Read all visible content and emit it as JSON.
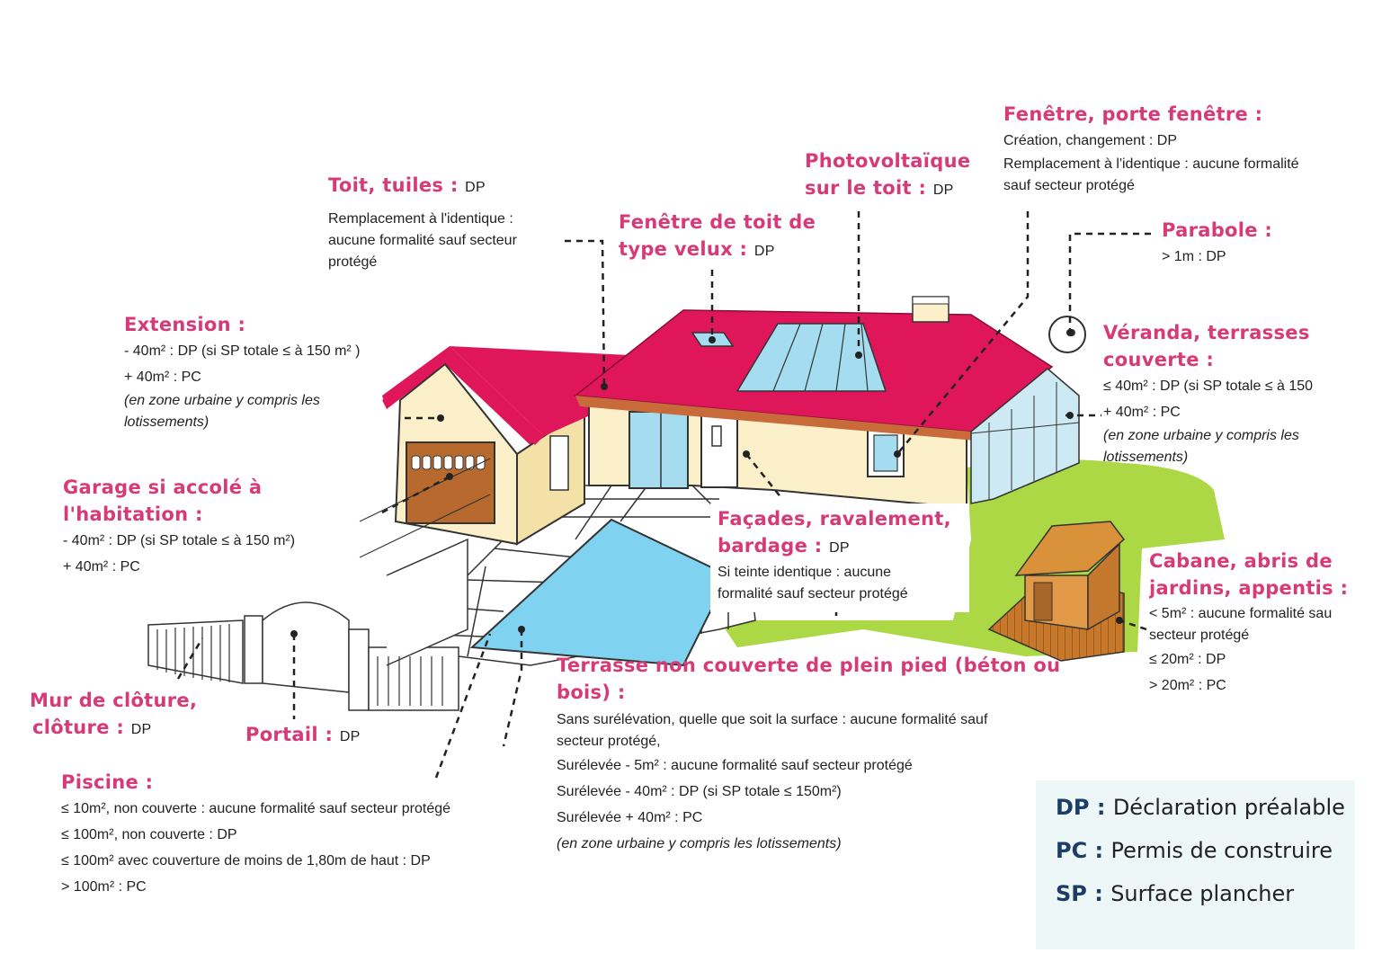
{
  "toit": {
    "title": "Toit, tuiles :",
    "tag": "DP",
    "lines": [
      "Remplacement à l'identique :",
      "aucune formalité sauf secteur",
      "protégé"
    ]
  },
  "photovoltaique": {
    "title1": "Photovoltaïque",
    "title2": "sur le toit :",
    "tag": "DP"
  },
  "velux": {
    "title1": "Fenêtre de toit de",
    "title2": "type velux :",
    "tag": "DP"
  },
  "fenetre": {
    "title": "Fenêtre, porte fenêtre :",
    "lines": [
      "Création, changement : DP",
      "Remplacement à l'identique : aucune formalité",
      "sauf secteur protégé"
    ]
  },
  "parabole": {
    "title": "Parabole :",
    "lines": [
      "> 1m : DP"
    ]
  },
  "extension": {
    "title": "Extension :",
    "lines": [
      "- 40m² : DP (si SP totale ≤ à 150 m² )",
      "+ 40m² : PC"
    ],
    "note": [
      "(en zone urbaine y compris les",
      "lotissements)"
    ]
  },
  "veranda": {
    "title1": "Véranda, terrasses",
    "title2": "couverte :",
    "lines": [
      "≤ 40m² : DP (si SP totale ≤ à 150",
      "+ 40m² : PC"
    ],
    "note": [
      "(en zone urbaine y compris les",
      "lotissements)"
    ]
  },
  "garage": {
    "title1": "Garage si accolé à",
    "title2": "l'habitation :",
    "lines": [
      "- 40m² : DP (si SP totale ≤ à 150 m²)",
      "+ 40m² : PC"
    ]
  },
  "facades": {
    "title1": "Façades, ravalement,",
    "title2": "bardage :",
    "tag": "DP",
    "lines": [
      "Si teinte identique : aucune",
      "formalité sauf secteur protégé"
    ]
  },
  "cabane": {
    "title1": "Cabane, abris de",
    "title2": "jardins, appentis :",
    "lines": [
      "< 5m² : aucune formalité sau",
      "secteur protégé",
      "≤ 20m² : DP",
      "> 20m² : PC"
    ]
  },
  "terrasse": {
    "title1": "Terrasse non couverte de plein pied (béton ou",
    "title2": "bois) :",
    "lines": [
      "Sans surélévation, quelle que soit la surface : aucune formalité sauf",
      "secteur protégé,",
      "Surélevée - 5m² : aucune formalité sauf secteur protégé",
      "Surélevée - 40m² : DP (si SP totale ≤ 150m²)",
      "Surélevée + 40m² : PC"
    ],
    "note": "(en zone urbaine y compris les lotissements)"
  },
  "mur": {
    "title1": "Mur de clôture,",
    "title2": "clôture :",
    "tag": "DP"
  },
  "portail": {
    "title": "Portail :",
    "tag": "DP"
  },
  "piscine": {
    "title": "Piscine :",
    "lines": [
      "≤ 10m², non couverte : aucune formalité sauf secteur protégé",
      "≤ 100m², non couverte : DP",
      "≤ 100m² avec couverture de moins de 1,80m de haut : DP",
      "> 100m² : PC"
    ]
  },
  "legend": {
    "dp_abbr": "DP",
    "dp_sep": " : ",
    "dp_text": "Déclaration préalable",
    "pc_abbr": "PC",
    "pc_sep": " : ",
    "pc_text": "Permis de construire",
    "sp_abbr": "SP",
    "sp_sep": " : ",
    "sp_text": "Surface plancher"
  },
  "colors": {
    "accent": "#d63a78",
    "roof": "#e0165a",
    "wall": "#fbf0c9",
    "grass": "#a6d63a",
    "pool": "#7fd3f0",
    "legend_abbr": "#1c3d66"
  }
}
